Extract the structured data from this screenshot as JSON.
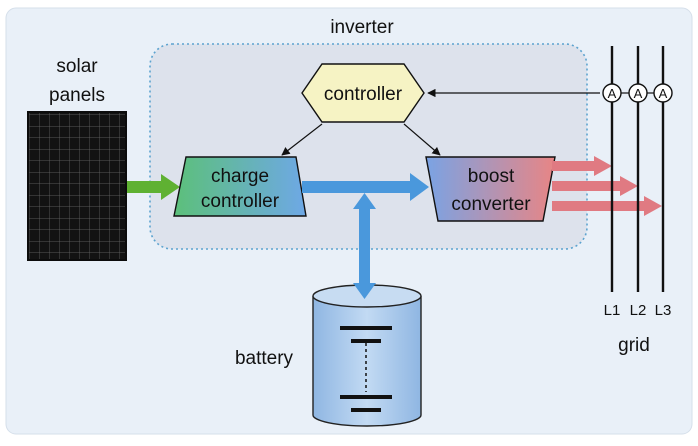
{
  "title": "inverter",
  "solar": {
    "line1": "solar",
    "line2": "panels"
  },
  "controller": {
    "label": "controller"
  },
  "charge_controller": {
    "line1": "charge",
    "line2": "controller"
  },
  "boost_converter": {
    "line1": "boost",
    "line2": "converter"
  },
  "battery": {
    "label": "battery"
  },
  "grid": {
    "label": "grid",
    "lines": [
      "L1",
      "L2",
      "L3"
    ],
    "meter_symbol": "A"
  },
  "colors": {
    "panel_background": "#e9f0f8",
    "inverter_fill": "#dde2ec",
    "inverter_border": "#5da3cf",
    "controller_fill": "#f6f3c4",
    "solar_panel": "#141414",
    "dc_flow": "#4a98dc",
    "pv_flow": "#5fb132",
    "ac_flow": "#e07a82",
    "battery_fill": "#a8c8ea"
  }
}
